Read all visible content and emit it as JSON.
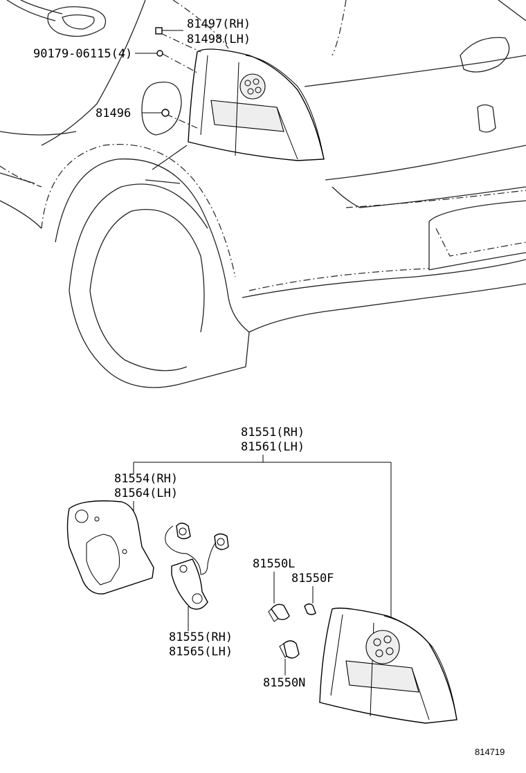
{
  "callouts": {
    "clip_rh": "81497(RH)",
    "clip_lh": "81498(LH)",
    "nut": "90179-06115(4)",
    "seal": "81496",
    "assembly_rh": "81551(RH)",
    "assembly_lh": "81561(LH)",
    "gasket_rh": "81554(RH)",
    "gasket_lh": "81564(LH)",
    "socket_rh": "81555(RH)",
    "socket_lh": "81565(LH)",
    "bulb_l": "81550L",
    "bulb_f": "81550F",
    "bulb_n": "81550N"
  },
  "diagram_code": "814719"
}
